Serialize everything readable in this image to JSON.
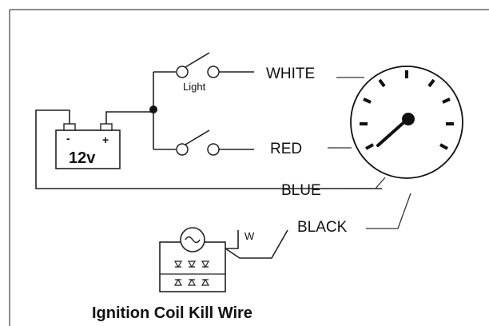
{
  "battery": {
    "voltage_label": "12v",
    "neg_symbol": "-",
    "pos_symbol": "+"
  },
  "switches": {
    "light_label": "Light"
  },
  "wires": {
    "white": "WHITE",
    "red": "RED",
    "blue": "BLUE",
    "black": "BLACK"
  },
  "coil": {
    "w_label": "W"
  },
  "caption": "Ignition Coil Kill Wire",
  "colors": {
    "line": "#222222",
    "background": "#ffffff"
  }
}
